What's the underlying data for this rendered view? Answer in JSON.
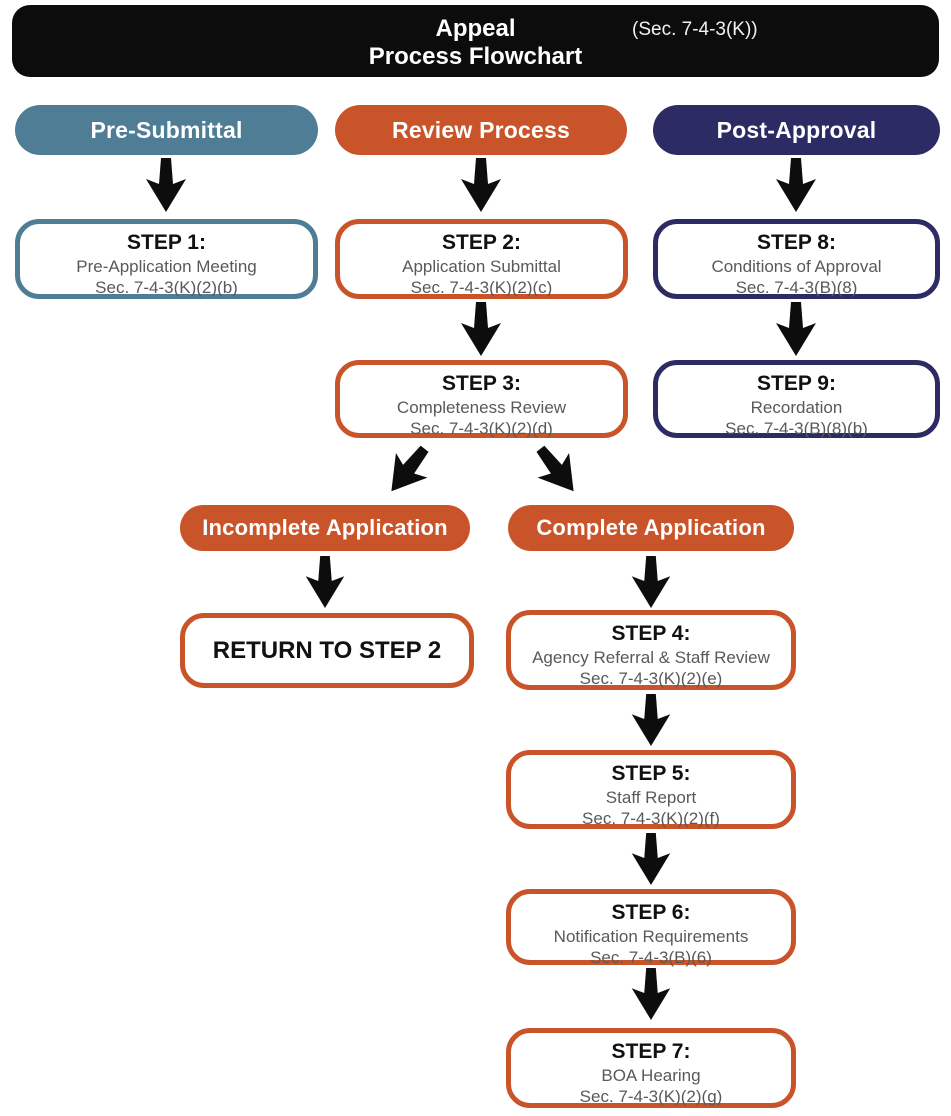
{
  "title": {
    "main": "Appeal",
    "section_ref": "(Sec. 7-4-3(K))",
    "subtitle": "Process Flowchart"
  },
  "colors": {
    "teal": "#4e7d95",
    "orange": "#c9542a",
    "navy": "#2d2b64",
    "title_bg": "#0c0c0c",
    "box_text_gray": "#595959",
    "arrow_black": "#0d0d0d"
  },
  "columns": [
    {
      "id": "pre-submittal",
      "label": "Pre-Submittal",
      "color": "teal"
    },
    {
      "id": "review-process",
      "label": "Review Process",
      "color": "orange"
    },
    {
      "id": "post-approval",
      "label": "Post-Approval",
      "color": "navy"
    }
  ],
  "steps": {
    "step1": {
      "title": "STEP 1:",
      "line1": "Pre-Application Meeting",
      "line2": "Sec. 7-4-3(K)(2)(b)"
    },
    "step2": {
      "title": "STEP 2:",
      "line1": "Application Submittal",
      "line2": "Sec. 7-4-3(K)(2)(c)"
    },
    "step3": {
      "title": "STEP 3:",
      "line1": "Completeness Review",
      "line2": "Sec. 7-4-3(K)(2)(d)"
    },
    "step4": {
      "title": "STEP 4:",
      "line1": "Agency Referral & Staff Review",
      "line2": "Sec. 7-4-3(K)(2)(e)"
    },
    "step5": {
      "title": "STEP 5:",
      "line1": "Staff Report",
      "line2": "Sec. 7-4-3(K)(2)(f)"
    },
    "step6": {
      "title": "STEP 6:",
      "line1": "Notification Requirements",
      "line2": "Sec. 7-4-3(B)(6)"
    },
    "step7": {
      "title": "STEP 7:",
      "line1": "BOA Hearing",
      "line2": "Sec. 7-4-3(K)(2)(g)"
    },
    "step8": {
      "title": "STEP 8:",
      "line1": "Conditions of Approval",
      "line2": "Sec. 7-4-3(B)(8)"
    },
    "step9": {
      "title": "STEP 9:",
      "line1": "Recordation",
      "line2": "Sec. 7-4-3(B)(8)(b)"
    }
  },
  "branches": {
    "incomplete": {
      "label": "Incomplete Application"
    },
    "complete": {
      "label": "Complete Application"
    },
    "return_to_step2": {
      "label": "RETURN TO STEP 2"
    }
  }
}
